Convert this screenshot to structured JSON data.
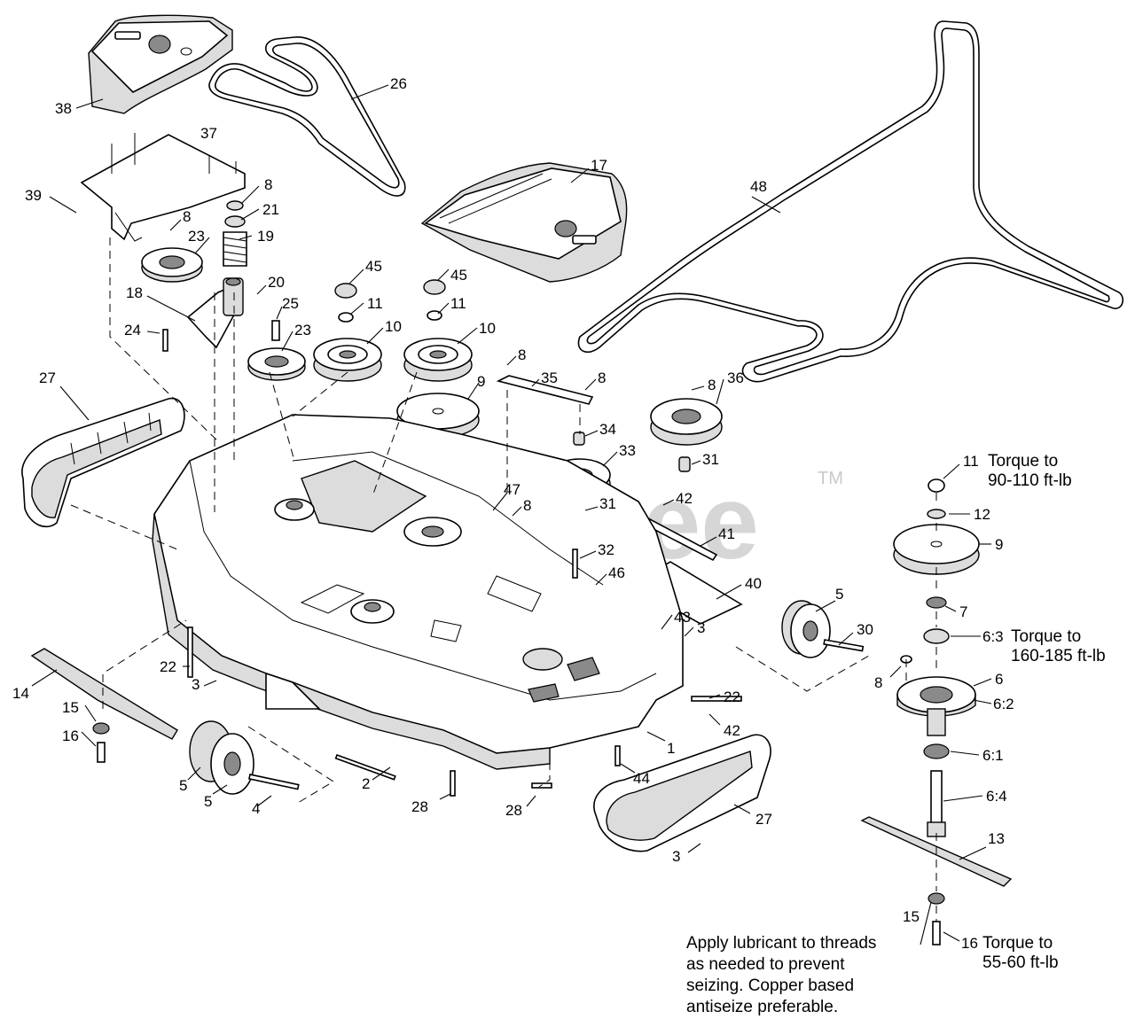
{
  "watermark": {
    "text": "PartsTree",
    "trademark": "TM"
  },
  "callouts": [
    {
      "id": "c38",
      "label": "38"
    },
    {
      "id": "c26",
      "label": "26"
    },
    {
      "id": "c37",
      "label": "37"
    },
    {
      "id": "c39",
      "label": "39"
    },
    {
      "id": "c8a",
      "label": "8"
    },
    {
      "id": "c21",
      "label": "21"
    },
    {
      "id": "c8b",
      "label": "8"
    },
    {
      "id": "c23a",
      "label": "23"
    },
    {
      "id": "c19",
      "label": "19"
    },
    {
      "id": "c20",
      "label": "20"
    },
    {
      "id": "c18",
      "label": "18"
    },
    {
      "id": "c24",
      "label": "24"
    },
    {
      "id": "c25",
      "label": "25"
    },
    {
      "id": "c23b",
      "label": "23"
    },
    {
      "id": "c45a",
      "label": "45"
    },
    {
      "id": "c11a",
      "label": "11"
    },
    {
      "id": "c10a",
      "label": "10"
    },
    {
      "id": "c45b",
      "label": "45"
    },
    {
      "id": "c11b",
      "label": "11"
    },
    {
      "id": "c10b",
      "label": "10"
    },
    {
      "id": "c17",
      "label": "17"
    },
    {
      "id": "c48",
      "label": "48"
    },
    {
      "id": "c27a",
      "label": "27"
    },
    {
      "id": "c9a",
      "label": "9"
    },
    {
      "id": "c8c",
      "label": "8"
    },
    {
      "id": "c35",
      "label": "35"
    },
    {
      "id": "c8d",
      "label": "8"
    },
    {
      "id": "c8e",
      "label": "8"
    },
    {
      "id": "c36",
      "label": "36"
    },
    {
      "id": "c34",
      "label": "34"
    },
    {
      "id": "c33",
      "label": "33"
    },
    {
      "id": "c31a",
      "label": "31"
    },
    {
      "id": "c47",
      "label": "47"
    },
    {
      "id": "c8f",
      "label": "8"
    },
    {
      "id": "c31b",
      "label": "31"
    },
    {
      "id": "c42a",
      "label": "42"
    },
    {
      "id": "c41",
      "label": "41"
    },
    {
      "id": "c32",
      "label": "32"
    },
    {
      "id": "c46",
      "label": "46"
    },
    {
      "id": "c40",
      "label": "40"
    },
    {
      "id": "c5a",
      "label": "5"
    },
    {
      "id": "c43",
      "label": "43"
    },
    {
      "id": "c3a",
      "label": "3"
    },
    {
      "id": "c30",
      "label": "30"
    },
    {
      "id": "c22a",
      "label": "22"
    },
    {
      "id": "c3b",
      "label": "3"
    },
    {
      "id": "c14",
      "label": "14"
    },
    {
      "id": "c15a",
      "label": "15"
    },
    {
      "id": "c16a",
      "label": "16"
    },
    {
      "id": "c22b",
      "label": "22"
    },
    {
      "id": "c42b",
      "label": "42"
    },
    {
      "id": "c1",
      "label": "1"
    },
    {
      "id": "c2",
      "label": "2"
    },
    {
      "id": "c5b",
      "label": "5"
    },
    {
      "id": "c5c",
      "label": "5"
    },
    {
      "id": "c4",
      "label": "4"
    },
    {
      "id": "c28a",
      "label": "28"
    },
    {
      "id": "c28b",
      "label": "28"
    },
    {
      "id": "c44",
      "label": "44"
    },
    {
      "id": "c27b",
      "label": "27"
    },
    {
      "id": "c3c",
      "label": "3"
    },
    {
      "id": "c11c",
      "label": "11"
    },
    {
      "id": "c12",
      "label": "12"
    },
    {
      "id": "c9b",
      "label": "9"
    },
    {
      "id": "c7",
      "label": "7"
    },
    {
      "id": "c63",
      "label": "6:3"
    },
    {
      "id": "c8g",
      "label": "8"
    },
    {
      "id": "c6",
      "label": "6"
    },
    {
      "id": "c62",
      "label": "6:2"
    },
    {
      "id": "c61",
      "label": "6:1"
    },
    {
      "id": "c64",
      "label": "6:4"
    },
    {
      "id": "c13",
      "label": "13"
    },
    {
      "id": "c15b",
      "label": "15"
    },
    {
      "id": "c16b",
      "label": "16"
    }
  ],
  "notes": {
    "torque_11": [
      "Torque to",
      "90-110 ft-lb"
    ],
    "torque_63": [
      "Torque to",
      "160-185 ft-lb"
    ],
    "torque_16": [
      "Torque to",
      "55-60 ft-lb"
    ],
    "lubricant": [
      "Apply lubricant to threads",
      "as needed to prevent",
      "seizing. Copper based",
      "antiseize preferable."
    ]
  }
}
